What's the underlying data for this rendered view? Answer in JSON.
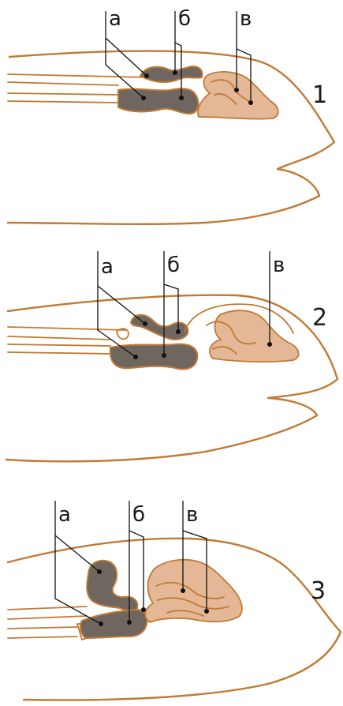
{
  "panels": [
    {
      "number": "1",
      "labels": {
        "a": "а",
        "b": "б",
        "c": "в"
      }
    },
    {
      "number": "2",
      "labels": {
        "a": "а",
        "b": "б",
        "c": "в"
      }
    },
    {
      "number": "3",
      "labels": {
        "a": "а",
        "b": "б",
        "c": "в"
      }
    }
  ],
  "colors": {
    "outline": "#c07a34",
    "dark_organ": "#6f6660",
    "light_organ": "#e4b896",
    "leader": "#111111"
  }
}
